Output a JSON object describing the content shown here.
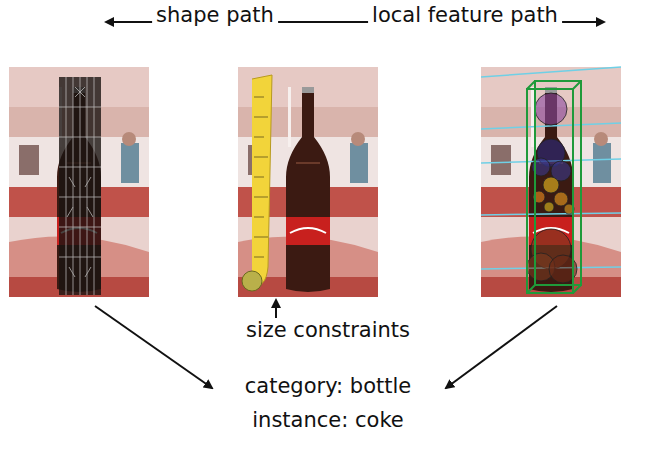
{
  "diagram": {
    "labels": [
      "shape path",
      "local feature path",
      "size constraints",
      "category: bottle",
      "instance: coke"
    ]
  }
}
